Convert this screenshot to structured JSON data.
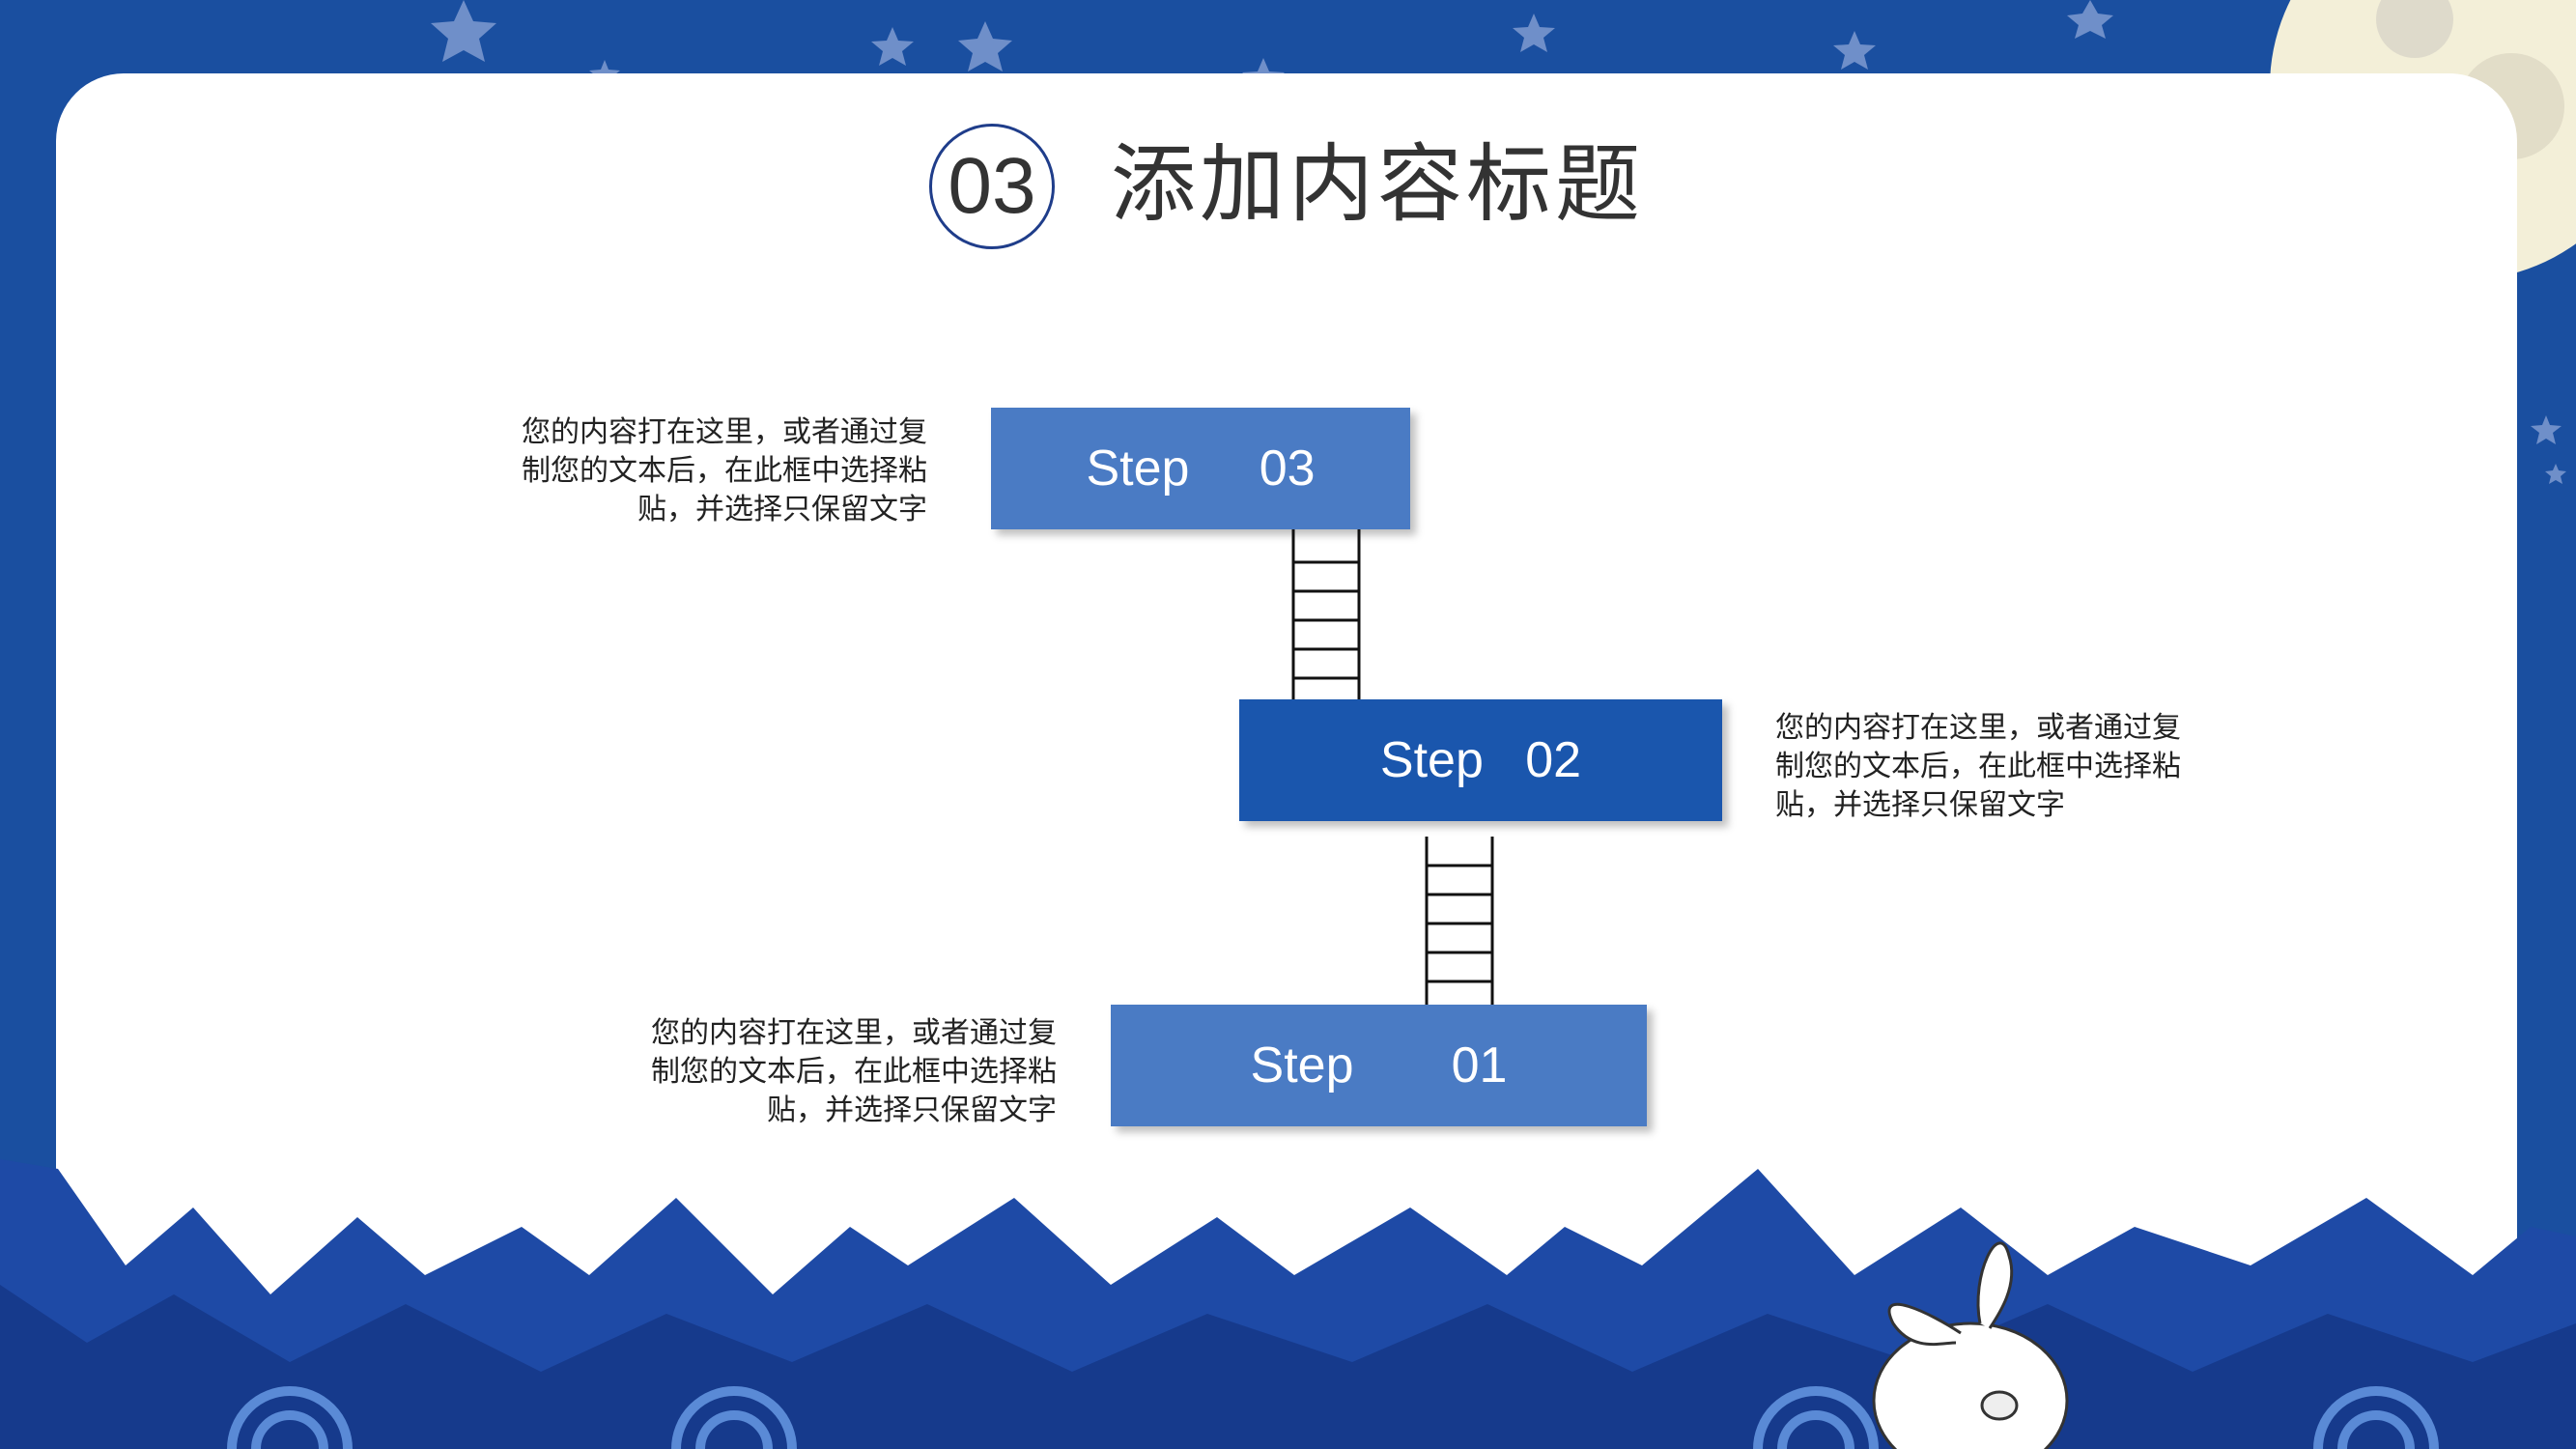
{
  "slide": {
    "section_number": "03",
    "title": "添加内容标题"
  },
  "steps": [
    {
      "label": "Step",
      "number": "03",
      "color": "#4a7bc4"
    },
    {
      "label": "Step",
      "number": "02",
      "color": "#1a56ad"
    },
    {
      "label": "Step",
      "number": "01",
      "color": "#4a7bc4"
    }
  ],
  "descriptions": {
    "step03": [
      "您的内容打在这里，或者通过复",
      "制您的文本后，在此框中选择粘",
      "贴，并选择只保留文字"
    ],
    "step02": [
      "您的内容打在这里，或者通过复",
      "制您的文本后，在此框中选择粘",
      "贴，并选择只保留文字"
    ],
    "step01": [
      "您的内容打在这里，或者通过复",
      "制您的文本后，在此框中选择粘",
      "贴，并选择只保留文字"
    ]
  },
  "colors": {
    "background": "#1a4fa0",
    "mountains": "#1e4aa6",
    "mountains_dark": "#163a8c",
    "card": "#ffffff",
    "ladder": "#111111"
  },
  "decor_icons": [
    "star-icon",
    "moon-icon",
    "rabbit-icon",
    "cloud-swirl-icon"
  ]
}
